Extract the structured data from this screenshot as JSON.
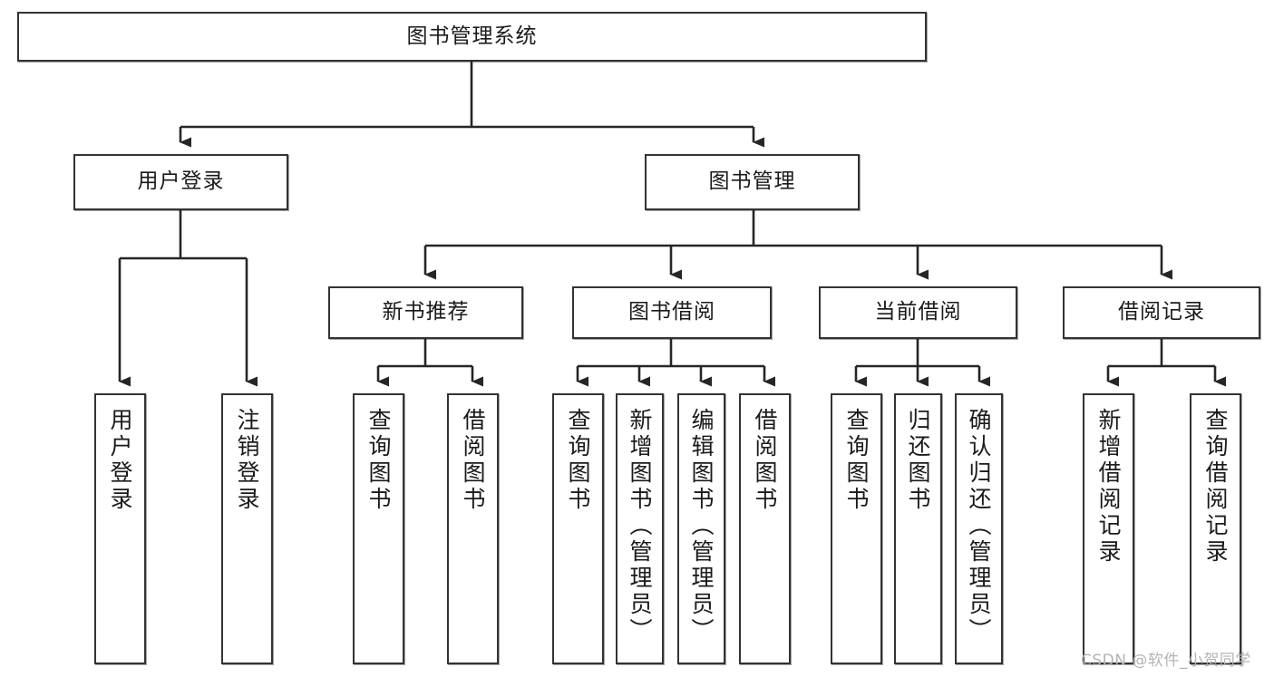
{
  "diagram": {
    "type": "hierarchy-tree",
    "title": "图书管理系统",
    "root": {
      "label": "图书管理系统"
    },
    "level2": [
      {
        "label": "用户登录"
      },
      {
        "label": "图书管理"
      }
    ],
    "level3": [
      {
        "label": "新书推荐"
      },
      {
        "label": "图书借阅"
      },
      {
        "label": "当前借阅"
      },
      {
        "label": "借阅记录"
      }
    ],
    "leaves": {
      "user_login": [
        {
          "label": "用户登录"
        },
        {
          "label": "注销登录"
        }
      ],
      "new_book_recommend": [
        {
          "label": "查询图书"
        },
        {
          "label": "借阅图书"
        }
      ],
      "book_borrow": [
        {
          "label": "查询图书"
        },
        {
          "label": "新增图书（管理员）"
        },
        {
          "label": "编辑图书（管理员）"
        },
        {
          "label": "借阅图书"
        }
      ],
      "current_borrow": [
        {
          "label": "查询图书"
        },
        {
          "label": "归还图书"
        },
        {
          "label": "确认归还（管理员）"
        }
      ],
      "borrow_record": [
        {
          "label": "新增借阅记录"
        },
        {
          "label": "查询借阅记录"
        }
      ]
    }
  },
  "watermark": {
    "text": "CSDN @软件_小贺同学"
  },
  "colors": {
    "box_border": "#333333",
    "box_fill": "#ffffff",
    "line": "#262626",
    "text": "#1a1a1a",
    "watermark": "#b4b4b4"
  }
}
